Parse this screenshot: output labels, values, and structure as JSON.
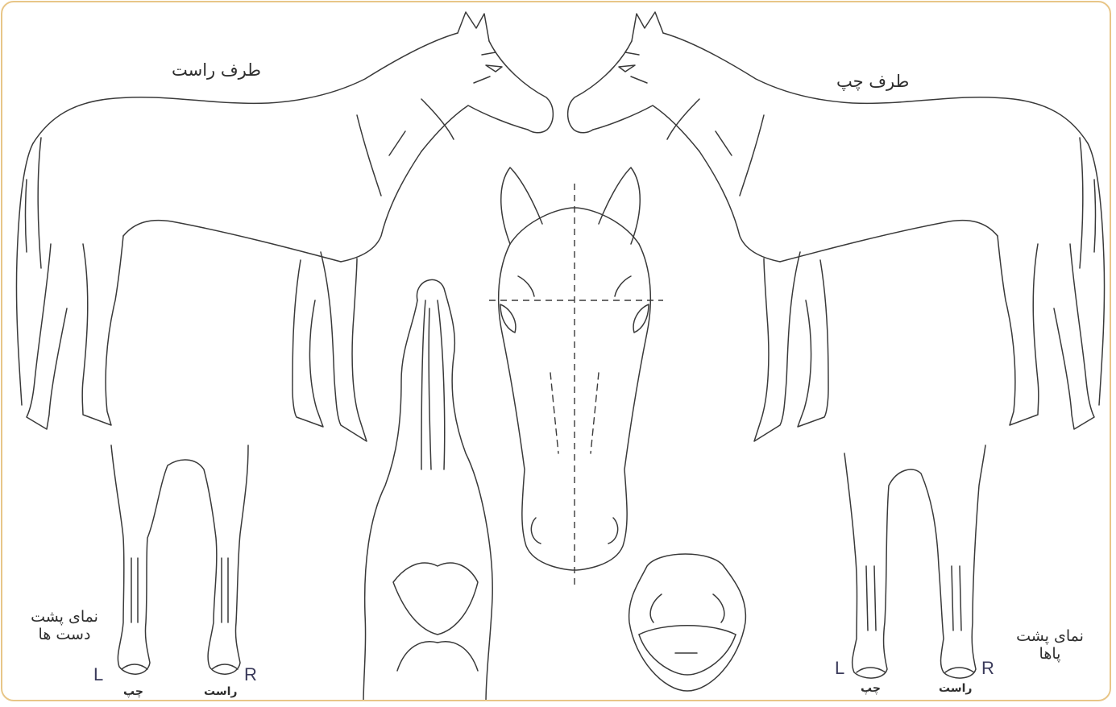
{
  "labels": {
    "right_side": "طرف راست",
    "left_side": "طرف چپ",
    "forelegs_rear_line1": "نمای پشت",
    "forelegs_rear_line2": "دست ها",
    "hindlegs_rear_line1": "نمای پشت",
    "hindlegs_rear_line2": "پاها",
    "left_word": "چپ",
    "right_word": "راست",
    "L": "L",
    "R": "R"
  },
  "colors": {
    "frame": "#e8c688",
    "line": "#3a3a3a"
  }
}
